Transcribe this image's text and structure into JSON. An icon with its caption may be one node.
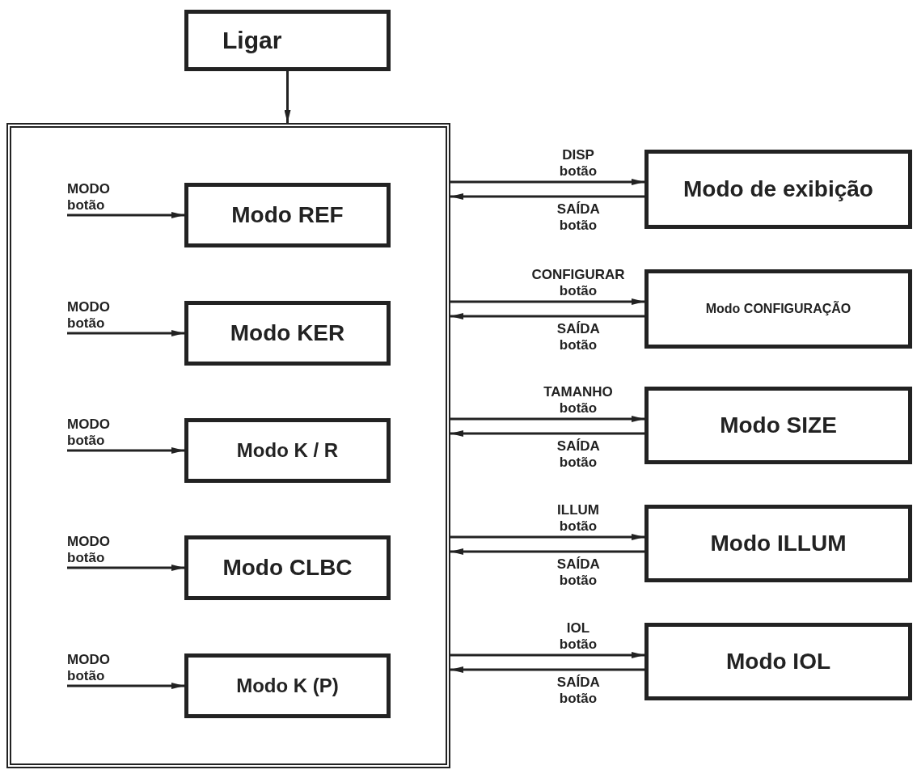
{
  "diagram": {
    "nodes": [
      {
        "text": [
          "Ligar"
        ]
      },
      {
        "text": [],
        "shape": "box"
      },
      {
        "text": [
          "Modo REF"
        ],
        "in": 1
      },
      {
        "text": [
          "Modo KER"
        ],
        "in": 1
      },
      {
        "text": [
          "Modo K / R"
        ],
        "in": 1
      },
      {
        "text": [
          "Modo CLBC"
        ],
        "in": 1
      },
      {
        "text": [
          "Modo K (P)"
        ],
        "in": 1
      },
      {
        "text": [
          "Modo de exibição"
        ]
      },
      {
        "text": [
          "Modo CONFIGURAÇÃO"
        ]
      },
      {
        "text": [
          "Modo SIZE"
        ]
      },
      {
        "text": [
          "Modo ILLUM"
        ]
      },
      {
        "text": [
          "Modo IOL"
        ]
      }
    ],
    "edges": [
      {
        "from": 0,
        "to": 1,
        "arrow": "to"
      },
      {
        "from": null,
        "to": 2,
        "arrow": "to",
        "label": "MODO botão"
      },
      {
        "from": null,
        "to": 3,
        "arrow": "to",
        "label": "MODO botão"
      },
      {
        "from": null,
        "to": 4,
        "arrow": "to",
        "label": "MODO botão"
      },
      {
        "from": null,
        "to": 5,
        "arrow": "to",
        "label": "MODO botão"
      },
      {
        "from": null,
        "to": 6,
        "arrow": "to",
        "label": "MODO botão"
      },
      {
        "from": 1,
        "to": 7,
        "arrow": "to",
        "label": "DISP botão"
      },
      {
        "from": 7,
        "to": 1,
        "arrow": "to",
        "label": "SAÍDA botão"
      },
      {
        "from": 1,
        "to": 8,
        "arrow": "to",
        "label": "CONFIGURAR botão"
      },
      {
        "from": 8,
        "to": 1,
        "arrow": "to",
        "label": "SAÍDA botão"
      },
      {
        "from": 1,
        "to": 9,
        "arrow": "to",
        "label": "TAMANHO botão"
      },
      {
        "from": 9,
        "to": 1,
        "arrow": "to",
        "label": "SAÍDA botão"
      },
      {
        "from": 1,
        "to": 10,
        "arrow": "to",
        "label": "ILLUM botão"
      },
      {
        "from": 10,
        "to": 1,
        "arrow": "to",
        "label": "SAÍDA botão"
      },
      {
        "from": 1,
        "to": 11,
        "arrow": "to",
        "label": "IOL botão"
      },
      {
        "from": 11,
        "to": 1,
        "arrow": "to",
        "label": "SAÍDA botão"
      }
    ]
  }
}
